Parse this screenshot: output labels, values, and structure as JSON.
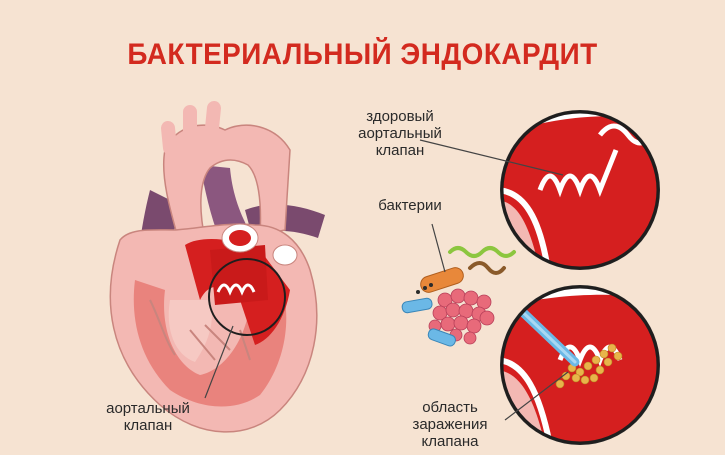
{
  "title": "БАКТЕРИАЛЬНЫЙ ЭНДОКАРДИТ",
  "labels": {
    "healthy_valve": [
      "здоровый",
      "аортальный",
      "клапан"
    ],
    "bacteria": "бактерии",
    "aortic_valve": [
      "аортальный",
      "клапан"
    ],
    "infection_area": [
      "область",
      "заражения",
      "клапана"
    ]
  },
  "colors": {
    "background": "#f6e3d2",
    "title": "#d32a1f",
    "heart_light": "#f3b8b3",
    "heart_red": "#d51f1f",
    "heart_purple": "#7a4a6e",
    "bacteria_pink": "#e86a7a",
    "bacteria_blue": "#6bb8e6",
    "bacteria_green": "#8cc63f",
    "infection_yellow": "#e8b44a"
  }
}
